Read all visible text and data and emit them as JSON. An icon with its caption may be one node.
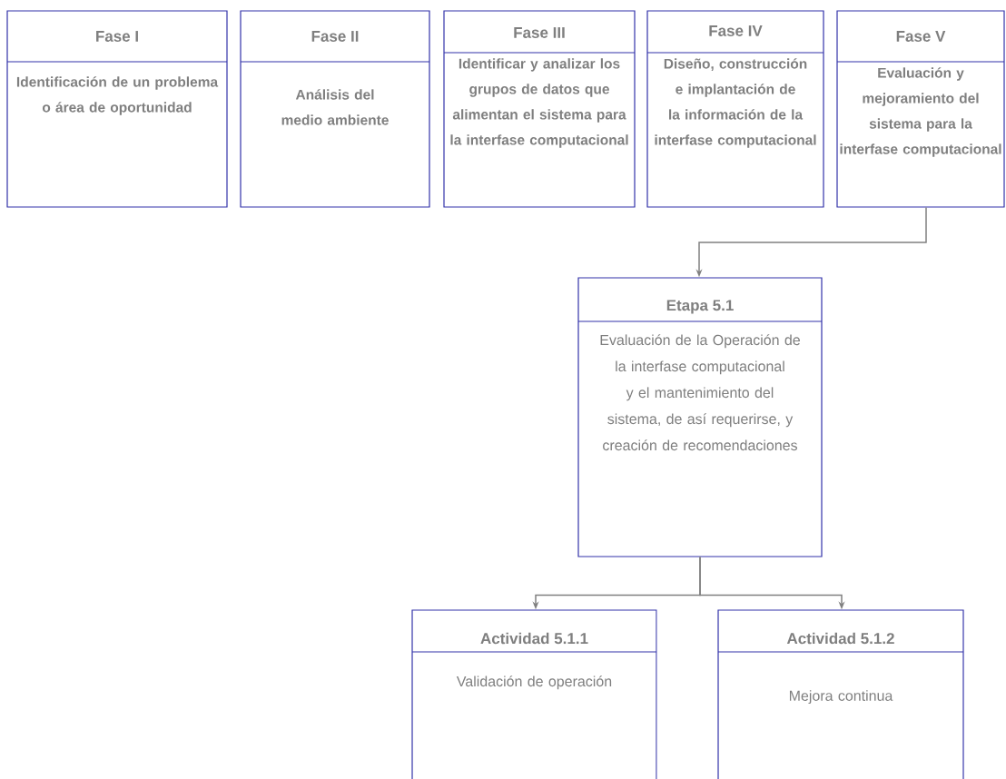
{
  "diagram": {
    "nodes": [
      {
        "text": [
          "Fase I",
          "Identificación de un problema o área de oportunidad"
        ]
      },
      {
        "text": [
          "Fase II",
          "Análisis del medio ambiente"
        ]
      },
      {
        "text": [
          "Fase III",
          "Identificar y analizar los grupos de datos que alimentan el sistema para la interfase computacional"
        ]
      },
      {
        "text": [
          "Fase IV",
          "Diseño, construcción e implantación de la información de la interfase computacional"
        ]
      },
      {
        "text": [
          "Fase V",
          "Evaluación y mejoramiento del sistema para la interfase computacional"
        ]
      },
      {
        "text": [
          "Etapa 5.1",
          "Evaluación de la Operación de la interfase computacional y el mantenimiento del sistema, de así requerirse, y creación de recomendaciones"
        ]
      },
      {
        "text": [
          "Actividad 5.1.1",
          "Validación de operación"
        ]
      },
      {
        "text": [
          "Actividad 5.1.2",
          "Mejora continua"
        ]
      }
    ],
    "edges": [
      {
        "from": 4,
        "to": 5,
        "arrow": "to"
      },
      {
        "from": 5,
        "to": 6,
        "arrow": "to"
      },
      {
        "from": 5,
        "to": 7,
        "arrow": "to"
      }
    ]
  }
}
